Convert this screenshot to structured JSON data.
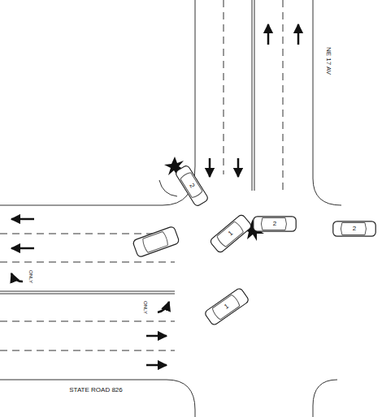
{
  "diagram": {
    "nodes": [
      {
        "text": [
          "2"
        ]
      },
      {
        "text": [
          "1"
        ]
      },
      {
        "text": [
          "2"
        ]
      },
      {
        "text": [
          "2"
        ]
      },
      {
        "text": [
          "1"
        ]
      }
    ],
    "labels": [
      "NE 17 AV",
      "ONLY",
      "ONLY",
      "STATE ROAD 826"
    ]
  }
}
